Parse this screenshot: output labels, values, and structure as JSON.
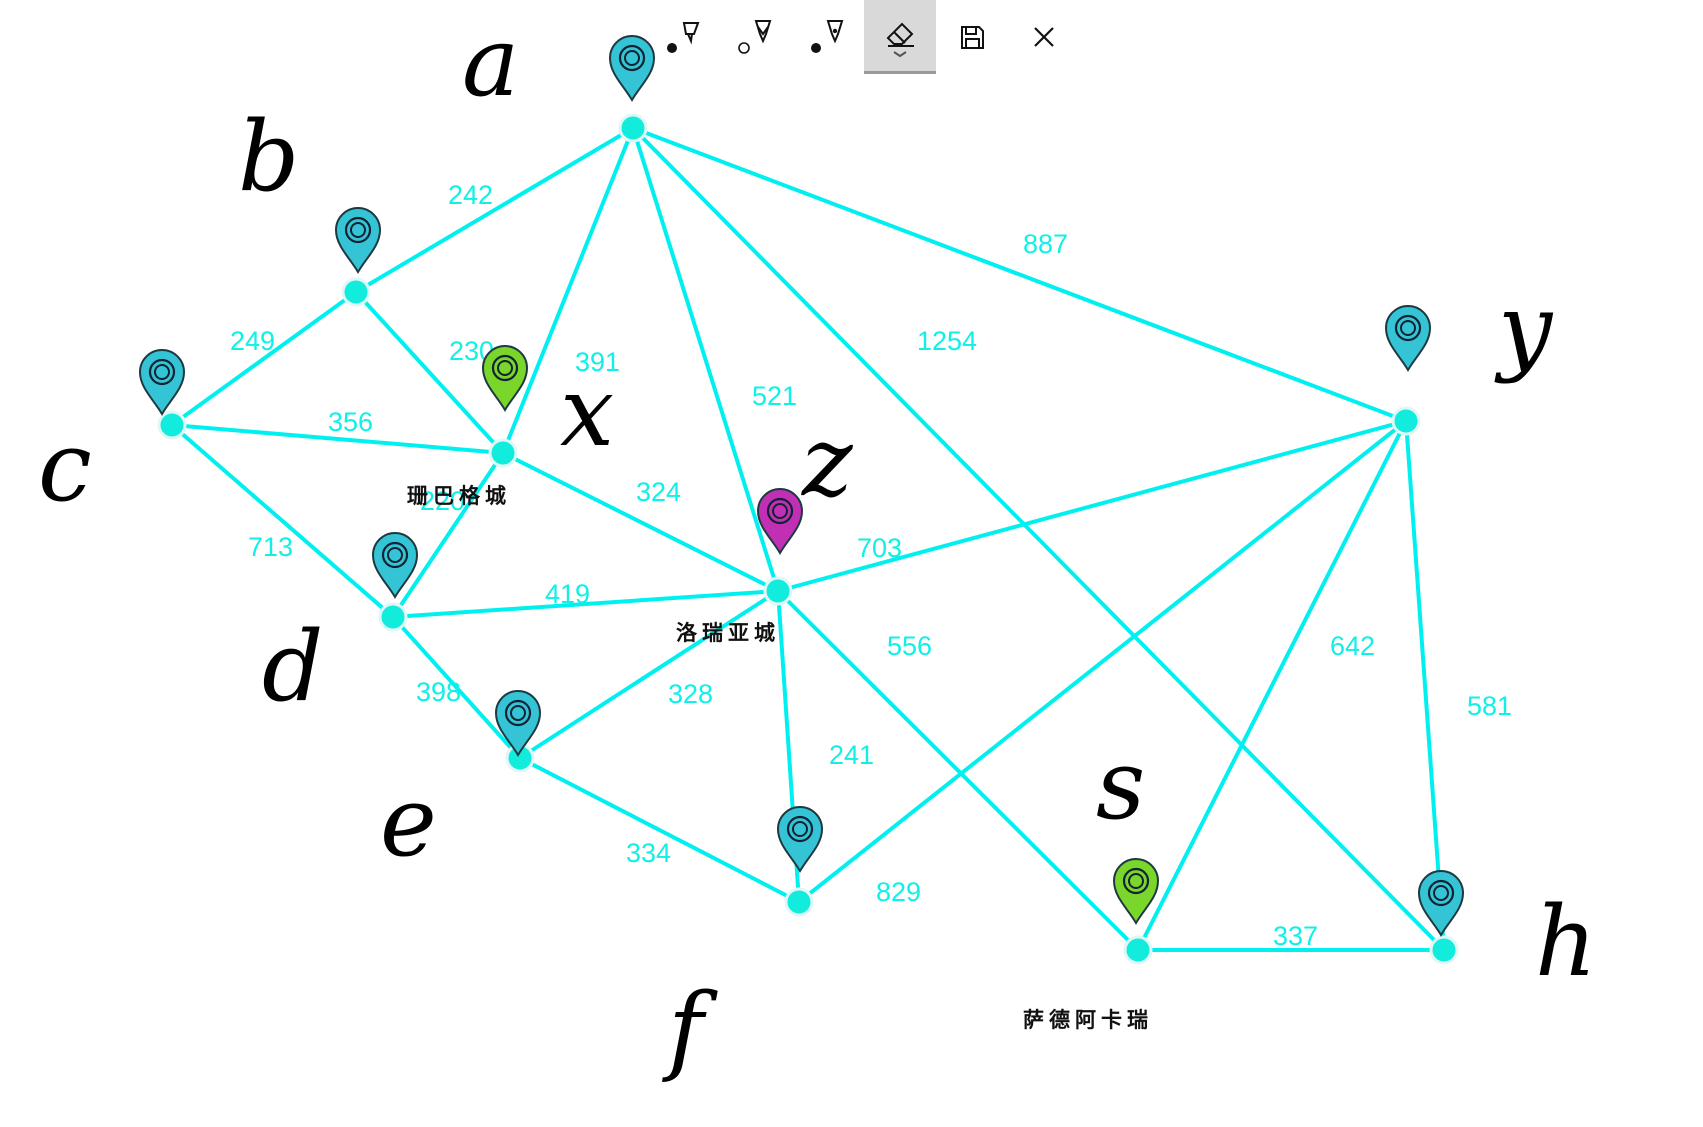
{
  "toolbar": {
    "tools": [
      {
        "name": "ballpoint-pen-tool"
      },
      {
        "name": "pencil-tool"
      },
      {
        "name": "highlighter-tool"
      },
      {
        "name": "eraser-tool",
        "active": true
      },
      {
        "name": "save-tool"
      },
      {
        "name": "close-tool"
      }
    ]
  },
  "colors": {
    "edge": "#00f0f0",
    "node": "#12ecdc",
    "weight_text": "#10f0e6",
    "pin_teal": "#35c4d6",
    "pin_green": "#7ad62a",
    "pin_magenta": "#c02fb4"
  },
  "nodes": [
    {
      "id": "a",
      "label": "a",
      "pin_color": "teal"
    },
    {
      "id": "b",
      "label": "b",
      "pin_color": "teal"
    },
    {
      "id": "c",
      "label": "c",
      "pin_color": "teal"
    },
    {
      "id": "x",
      "label": "x",
      "pin_color": "green",
      "city": "珊巴格城"
    },
    {
      "id": "d",
      "label": "d",
      "pin_color": "teal"
    },
    {
      "id": "z",
      "label": "z",
      "pin_color": "magenta",
      "city": "洛瑞亚城"
    },
    {
      "id": "e",
      "label": "e",
      "pin_color": "teal"
    },
    {
      "id": "f",
      "label": "f",
      "pin_color": "teal"
    },
    {
      "id": "y",
      "label": "y",
      "pin_color": "teal"
    },
    {
      "id": "s",
      "label": "s",
      "pin_color": "green",
      "city": "萨德阿卡瑞"
    },
    {
      "id": "h",
      "label": "h",
      "pin_color": "teal"
    }
  ],
  "edges": [
    {
      "from": "a",
      "to": "b",
      "weight": "242"
    },
    {
      "from": "a",
      "to": "x",
      "weight": "391"
    },
    {
      "from": "a",
      "to": "z",
      "weight": "521"
    },
    {
      "from": "a",
      "to": "h",
      "weight": "1254"
    },
    {
      "from": "a",
      "to": "y",
      "weight": "887"
    },
    {
      "from": "b",
      "to": "c",
      "weight": "249"
    },
    {
      "from": "b",
      "to": "x",
      "weight": "230"
    },
    {
      "from": "c",
      "to": "x",
      "weight": "356"
    },
    {
      "from": "c",
      "to": "d",
      "weight": "713"
    },
    {
      "from": "x",
      "to": "d",
      "weight": "220"
    },
    {
      "from": "x",
      "to": "z",
      "weight": "324"
    },
    {
      "from": "d",
      "to": "z",
      "weight": "419"
    },
    {
      "from": "d",
      "to": "e",
      "weight": "398"
    },
    {
      "from": "z",
      "to": "y",
      "weight": "703"
    },
    {
      "from": "z",
      "to": "e",
      "weight": "328"
    },
    {
      "from": "z",
      "to": "f",
      "weight": "241"
    },
    {
      "from": "z",
      "to": "s",
      "weight": "556"
    },
    {
      "from": "e",
      "to": "f",
      "weight": "334"
    },
    {
      "from": "f",
      "to": "y",
      "weight": "829"
    },
    {
      "from": "s",
      "to": "y",
      "weight": "642"
    },
    {
      "from": "y",
      "to": "h",
      "weight": "581"
    },
    {
      "from": "s",
      "to": "h",
      "weight": "337"
    }
  ]
}
